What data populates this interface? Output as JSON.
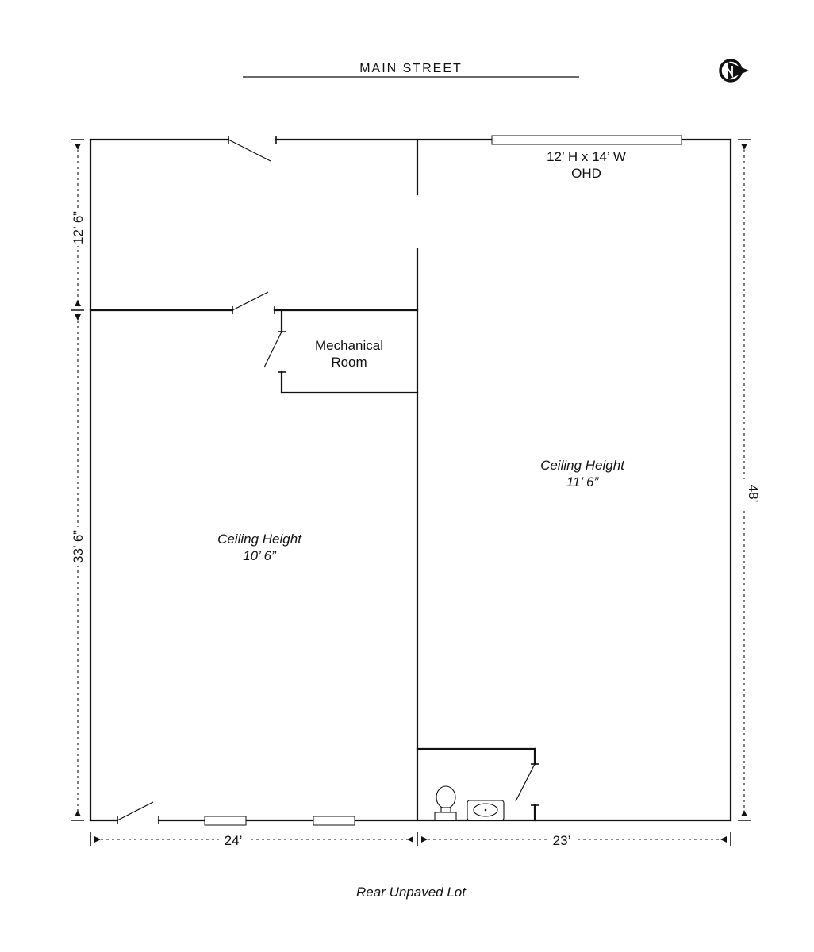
{
  "street": "MAIN STREET",
  "rear_label": "Rear Unpaved Lot",
  "overhead_door": {
    "line1": "12’ H x 14’ W",
    "line2": "OHD"
  },
  "mechanical_room": {
    "line1": "Mechanical",
    "line2": "Room"
  },
  "left_space": {
    "line1": "Ceiling Height",
    "line2": "10’ 6”"
  },
  "right_space": {
    "line1": "Ceiling Height",
    "line2": "11’ 6”"
  },
  "dimensions": {
    "left_upper": "12’ 6”",
    "left_lower": "33’ 6”",
    "right_total": "48’",
    "bottom_left": "24’",
    "bottom_right": "23’"
  },
  "north_arrow_icon": "compass-north-icon"
}
